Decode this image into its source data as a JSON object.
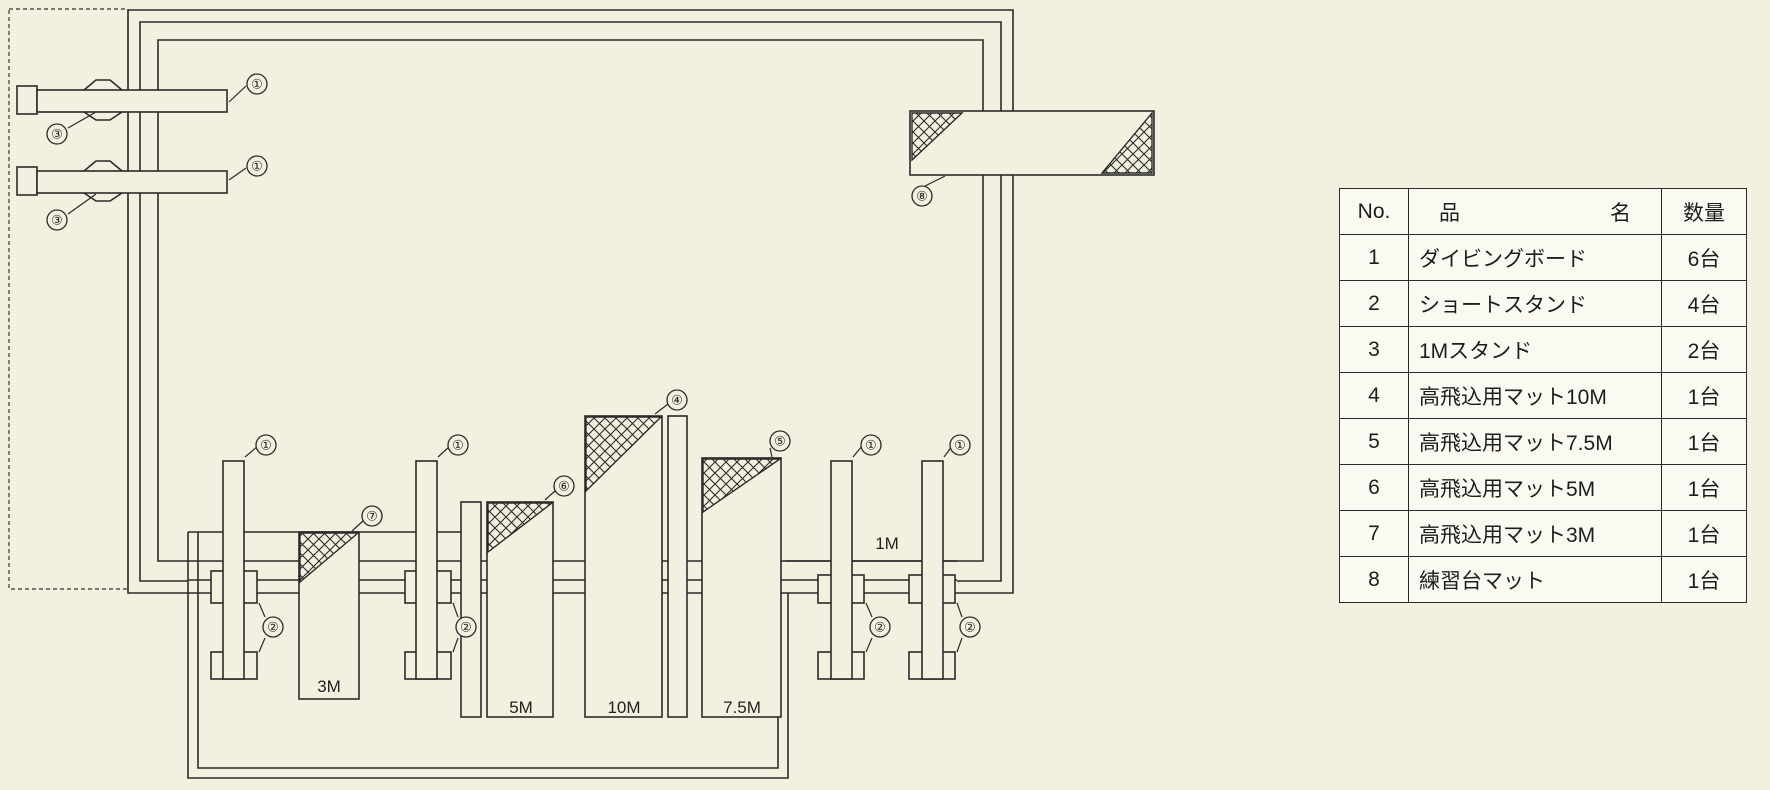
{
  "table": {
    "header": {
      "no": "No.",
      "name_left": "品",
      "name_right": "名",
      "qty": "数量"
    },
    "rows": [
      {
        "no": "1",
        "name": "ダイビングボード",
        "qty": "6台"
      },
      {
        "no": "2",
        "name": "ショートスタンド",
        "qty": "4台"
      },
      {
        "no": "3",
        "name": "1Mスタンド",
        "qty": "2台"
      },
      {
        "no": "4",
        "name": "高飛込用マット10M",
        "qty": "1台"
      },
      {
        "no": "5",
        "name": "高飛込用マット7.5M",
        "qty": "1台"
      },
      {
        "no": "6",
        "name": "高飛込用マット5M",
        "qty": "1台"
      },
      {
        "no": "7",
        "name": "高飛込用マット3M",
        "qty": "1台"
      },
      {
        "no": "8",
        "name": "練習台マット",
        "qty": "1台"
      }
    ]
  },
  "diagram": {
    "callouts": {
      "c1": "①",
      "c2": "②",
      "c3": "③",
      "c4": "④",
      "c5": "⑤",
      "c6": "⑥",
      "c7": "⑦",
      "c8": "⑧"
    },
    "labels": {
      "m3": "3M",
      "m5": "5M",
      "m10": "10M",
      "m75": "7.5M",
      "m1": "1M"
    }
  }
}
